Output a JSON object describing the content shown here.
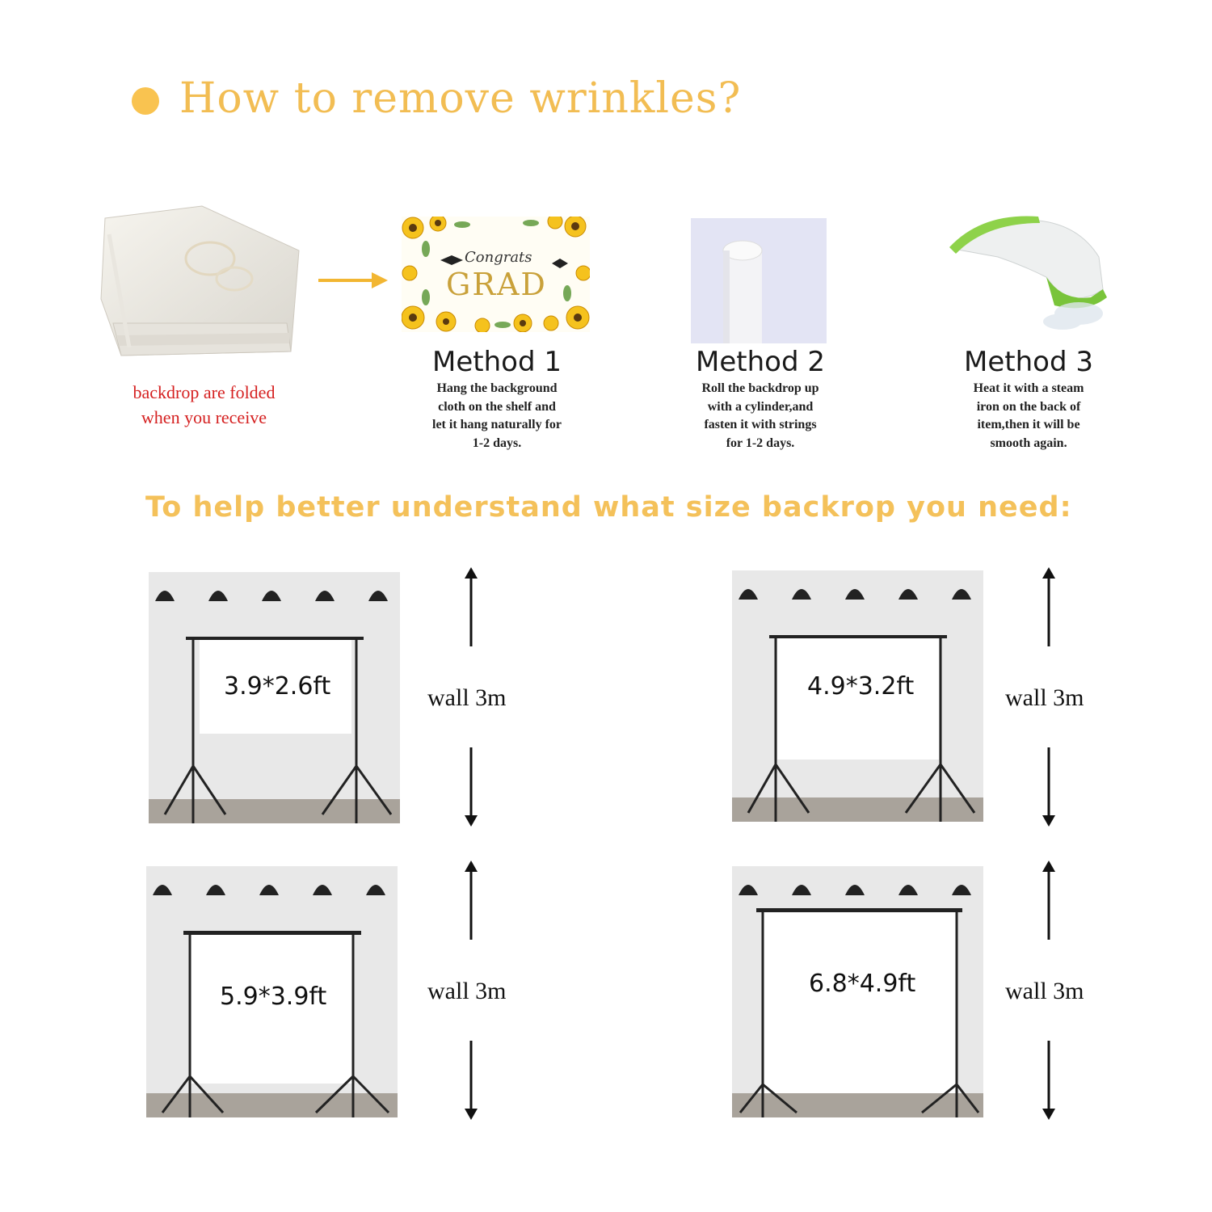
{
  "header": {
    "title": "How to remove wrinkles?",
    "bullet_color": "#f9c350",
    "title_color": "#f2bd53"
  },
  "folded": {
    "caption_line1": "backdrop are folded",
    "caption_line2": "when you receive",
    "caption_color": "#d52020"
  },
  "banner": {
    "line1": "Congrats",
    "line2": "GRAD"
  },
  "methods": [
    {
      "title": "Method 1",
      "desc": [
        "Hang the background",
        "cloth on the shelf and",
        "let it hang naturally for",
        "1-2 days."
      ]
    },
    {
      "title": "Method 2",
      "desc": [
        "Roll the backdrop up",
        "with a cylinder,and",
        "fasten it with strings",
        "for 1-2 days."
      ]
    },
    {
      "title": "Method 3",
      "desc": [
        "Heat it with a steam",
        "iron on the back of",
        "item,then it will be",
        "smooth again."
      ]
    }
  ],
  "size_section": {
    "title": "To help better understand what size backrop you need:",
    "title_color": "#f4c15a",
    "examples": [
      {
        "size": "3.9*2.6ft",
        "wall": "wall 3m"
      },
      {
        "size": "4.9*3.2ft",
        "wall": "wall 3m"
      },
      {
        "size": "5.9*3.9ft",
        "wall": "wall 3m"
      },
      {
        "size": "6.8*4.9ft",
        "wall": "wall 3m"
      }
    ]
  }
}
